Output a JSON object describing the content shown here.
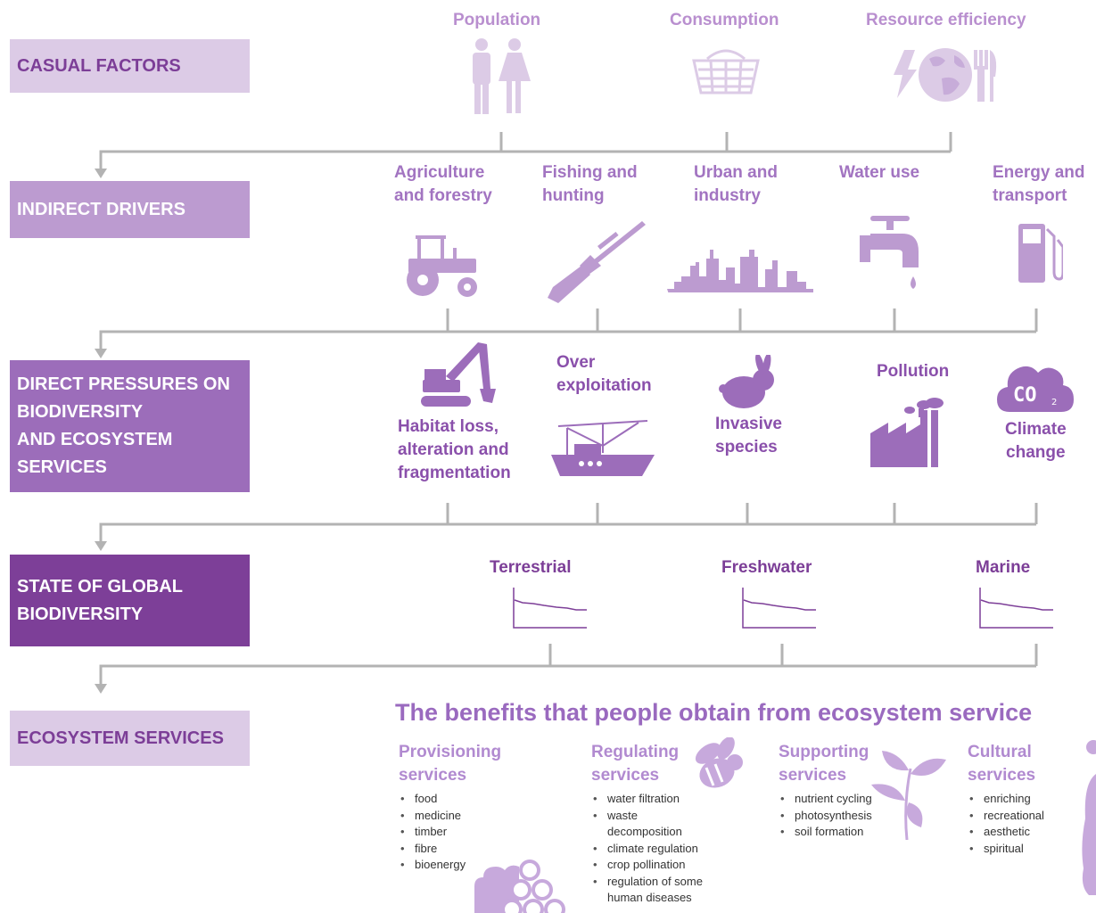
{
  "bands": {
    "causal_factors": "CASUAL  FACTORS",
    "indirect_drivers": "INDIRECT DRIVERS",
    "direct_pressures": "DIRECT PRESSURES ON\nBIODIVERSITY\nAND ECOSYSTEM\nSERVICES",
    "state": "STATE OF GLOBAL\nBIODIVERSITY",
    "ecosystem_services": "ECOSYSTEM SERVICES"
  },
  "causal_factors": {
    "population": "Population",
    "consumption": "Consumption",
    "resource_efficiency": "Resource efficiency"
  },
  "indirect_drivers": {
    "agriculture": "Agriculture\nand forestry",
    "fishing": "Fishing and\nhunting",
    "urban": "Urban and\nindustry",
    "water": "Water use",
    "energy": "Energy and\ntransport"
  },
  "direct_pressures": {
    "habitat": "Habitat loss,\nalteration and\nfragmentation",
    "over_exploitation": "Over\nexploitation",
    "invasive": "Invasive\nspecies",
    "pollution": "Pollution",
    "climate": "Climate\nchange",
    "co2_label": "CO"
  },
  "state": {
    "terrestrial": "Terrestrial",
    "freshwater": "Freshwater",
    "marine": "Marine"
  },
  "benefits": {
    "title": "The benefits that people obtain from ecosystem service",
    "provisioning": {
      "title": "Provisioning\nservices",
      "items": [
        "food",
        "medicine",
        "timber",
        "fibre",
        "bioenergy"
      ]
    },
    "regulating": {
      "title": "Regulating\nservices",
      "items": [
        "water filtration",
        "waste",
        "decomposition",
        "climate regulation",
        "crop pollination",
        "regulation of some",
        "human diseases"
      ]
    },
    "supporting": {
      "title": "Supporting\nservices",
      "items": [
        "nutrient cycling",
        "photosynthesis",
        "soil formation"
      ]
    },
    "cultural": {
      "title": "Cultural\nservices",
      "items": [
        "enriching",
        "recreational",
        "aesthetic",
        "spiritual"
      ]
    }
  },
  "colors": {
    "band_light": "#dccbe6",
    "band_2": "#bc9bd0",
    "band_3": "#9c6dba",
    "band_4": "#7d3f98",
    "connector": "#b3b3b3"
  },
  "icons": [
    "people-icon",
    "basket-icon",
    "globe-energy-icon",
    "tractor-icon",
    "rifle-icon",
    "city-skyline-icon",
    "tap-icon",
    "fuel-pump-icon",
    "excavator-icon",
    "fishing-boat-icon",
    "rabbit-icon",
    "factory-icon",
    "co2-cloud-icon",
    "trend-chart-icon",
    "bee-icon",
    "plant-icon",
    "logs-icon",
    "person-icon"
  ]
}
